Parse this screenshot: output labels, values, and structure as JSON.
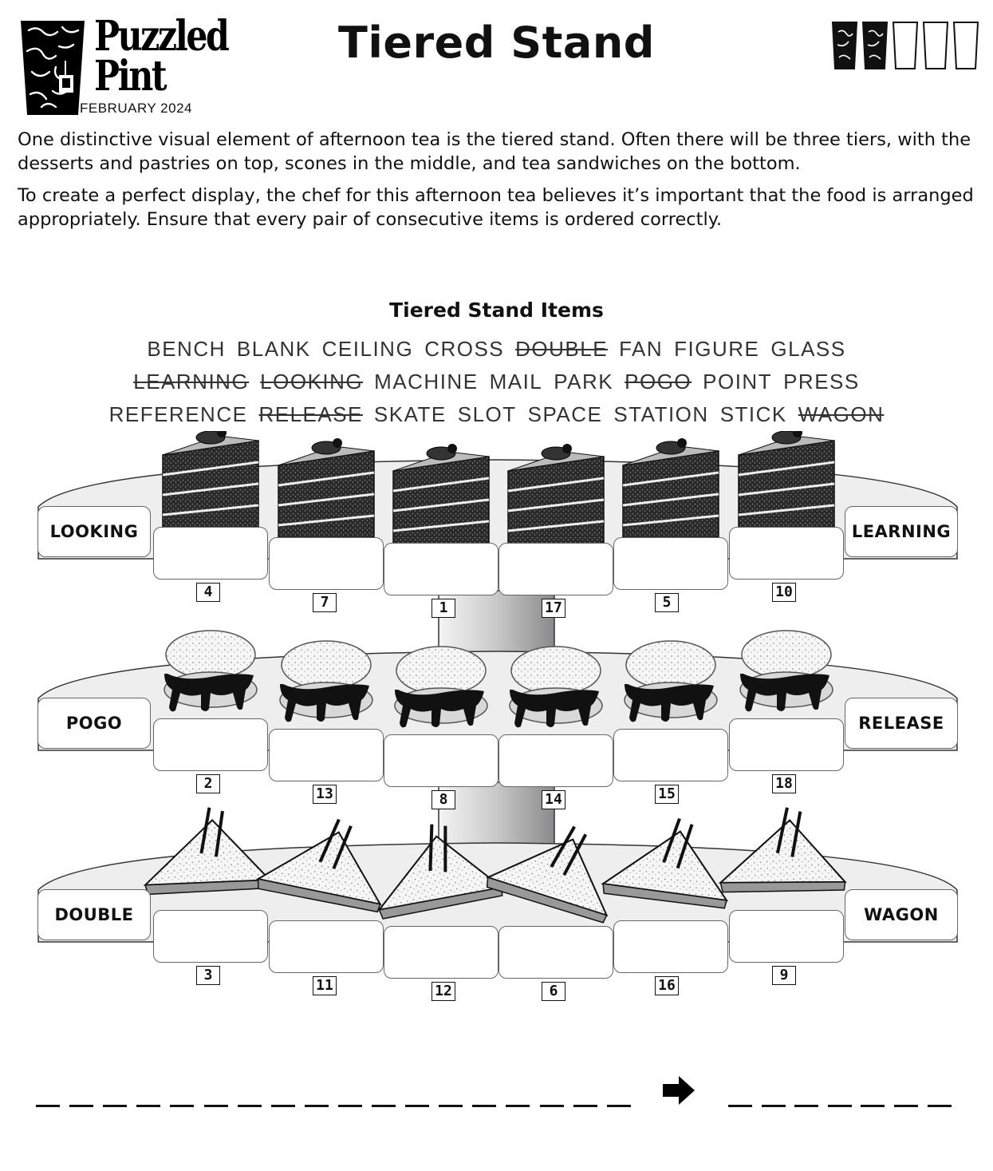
{
  "header": {
    "logo_line1": "Puzzled",
    "logo_line2": "Pint",
    "date": "FEBRUARY  2024",
    "title": "Tiered Stand",
    "difficulty": {
      "filled": 2,
      "total": 5
    }
  },
  "intro": {
    "p1": "One distinctive visual element of afternoon tea is the tiered stand. Often there will be three tiers, with the desserts and pastries on top, scones in the middle, and tea sandwiches on the bottom.",
    "p2": "To create a perfect display, the chef for this afternoon tea believes it’s important that the food is arranged appropriately. Ensure that every pair of consecutive items is ordered correctly."
  },
  "word_bank": {
    "title": "Tiered Stand Items",
    "rows": [
      [
        {
          "w": "BENCH",
          "s": false
        },
        {
          "w": "BLANK",
          "s": false
        },
        {
          "w": "CEILING",
          "s": false
        },
        {
          "w": "CROSS",
          "s": false
        },
        {
          "w": "DOUBLE",
          "s": true
        },
        {
          "w": "FAN",
          "s": false
        },
        {
          "w": "FIGURE",
          "s": false
        },
        {
          "w": "GLASS",
          "s": false
        }
      ],
      [
        {
          "w": "LEARNING",
          "s": true
        },
        {
          "w": "LOOKING",
          "s": true
        },
        {
          "w": "MACHINE",
          "s": false
        },
        {
          "w": "MAIL",
          "s": false
        },
        {
          "w": "PARK",
          "s": false
        },
        {
          "w": "POGO",
          "s": true
        },
        {
          "w": "POINT",
          "s": false
        },
        {
          "w": "PRESS",
          "s": false
        }
      ],
      [
        {
          "w": "REFERENCE",
          "s": false
        },
        {
          "w": "RELEASE",
          "s": true
        },
        {
          "w": "SKATE",
          "s": false
        },
        {
          "w": "SLOT",
          "s": false
        },
        {
          "w": "SPACE",
          "s": false
        },
        {
          "w": "STATION",
          "s": false
        },
        {
          "w": "STICK",
          "s": false
        },
        {
          "w": "WAGON",
          "s": true
        }
      ]
    ]
  },
  "tiers": [
    {
      "name": "cakes",
      "left_label": "LOOKING",
      "right_label": "LEARNING",
      "numbers": [
        "4",
        "7",
        "1",
        "17",
        "5",
        "10"
      ]
    },
    {
      "name": "scones",
      "left_label": "POGO",
      "right_label": "RELEASE",
      "numbers": [
        "2",
        "13",
        "8",
        "14",
        "15",
        "18"
      ]
    },
    {
      "name": "sandwiches",
      "left_label": "DOUBLE",
      "right_label": "WAGON",
      "numbers": [
        "3",
        "11",
        "12",
        "6",
        "16",
        "9"
      ]
    }
  ],
  "answer": {
    "first_word_length": 18,
    "second_word_length": 7
  },
  "colors": {
    "ink": "#111111",
    "box_border": "#666666",
    "tray": "#eeeeee"
  }
}
